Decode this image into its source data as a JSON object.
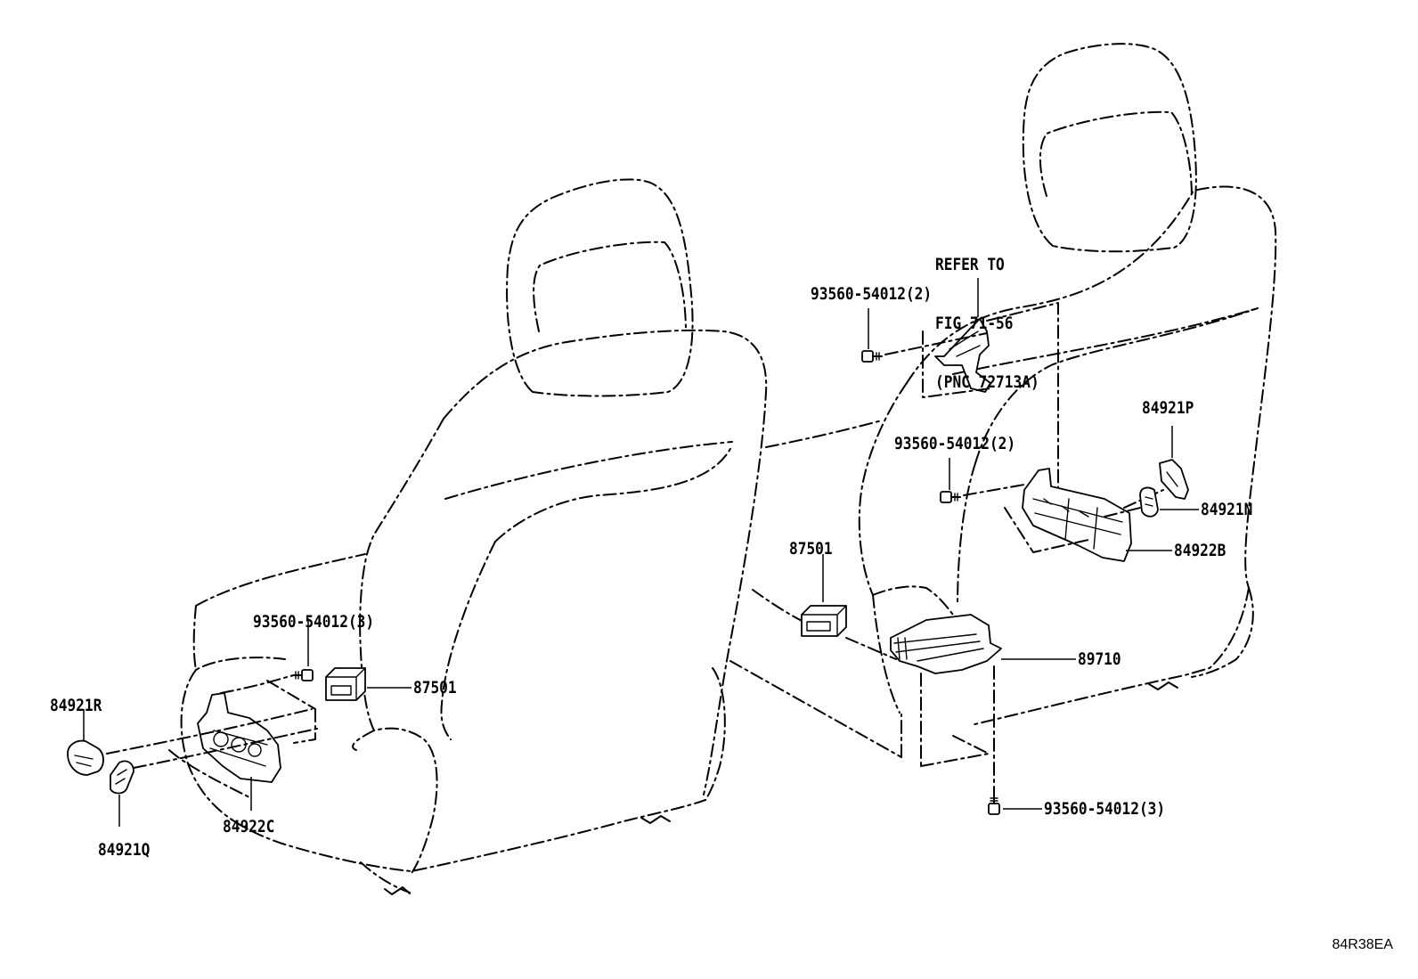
{
  "diagram": {
    "labels": {
      "left_screw": "93560-54012(3)",
      "left_lock_lamp": "87501",
      "left_knob_r": "84921R",
      "left_knob_q": "84921Q",
      "left_switch": "84922C",
      "refer_line1": "REFER TO",
      "refer_line2": "FIG 71-56",
      "refer_line3": "(PNC 72713A)",
      "right_screw_top": "93560-54012(2)",
      "right_screw_mid": "93560-54012(2)",
      "right_knob_p": "84921P",
      "right_knob_n": "84921N",
      "right_switch": "84922B",
      "right_lock_lamp": "87501",
      "ecu": "89710",
      "right_screw_bottom": "93560-54012(3)"
    },
    "sheet_id": "84R38EA"
  }
}
